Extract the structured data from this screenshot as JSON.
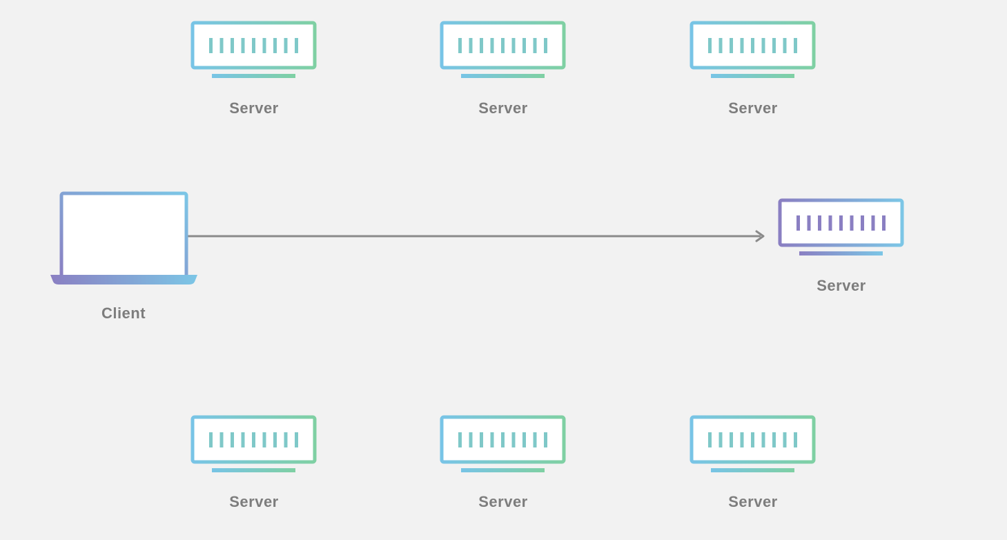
{
  "nodes": {
    "server_top_1": {
      "label": "Server"
    },
    "server_top_2": {
      "label": "Server"
    },
    "server_top_3": {
      "label": "Server"
    },
    "client": {
      "label": "Client"
    },
    "server_target": {
      "label": "Server"
    },
    "server_bottom_1": {
      "label": "Server"
    },
    "server_bottom_2": {
      "label": "Server"
    },
    "server_bottom_3": {
      "label": "Server"
    }
  },
  "edges": [
    {
      "from": "client",
      "to": "server_target"
    }
  ],
  "colors": {
    "background": "#f2f2f2",
    "server_gradient_start": "#78c4e6",
    "server_gradient_end": "#7fd0a3",
    "highlight_gradient_start": "#8a7fc2",
    "highlight_gradient_end": "#7cc6e6",
    "slot_teal": "#7fc8c8",
    "slot_purple_start": "#8a7fc2",
    "arrow": "#8a8a8a",
    "label": "#7d7d7d"
  }
}
